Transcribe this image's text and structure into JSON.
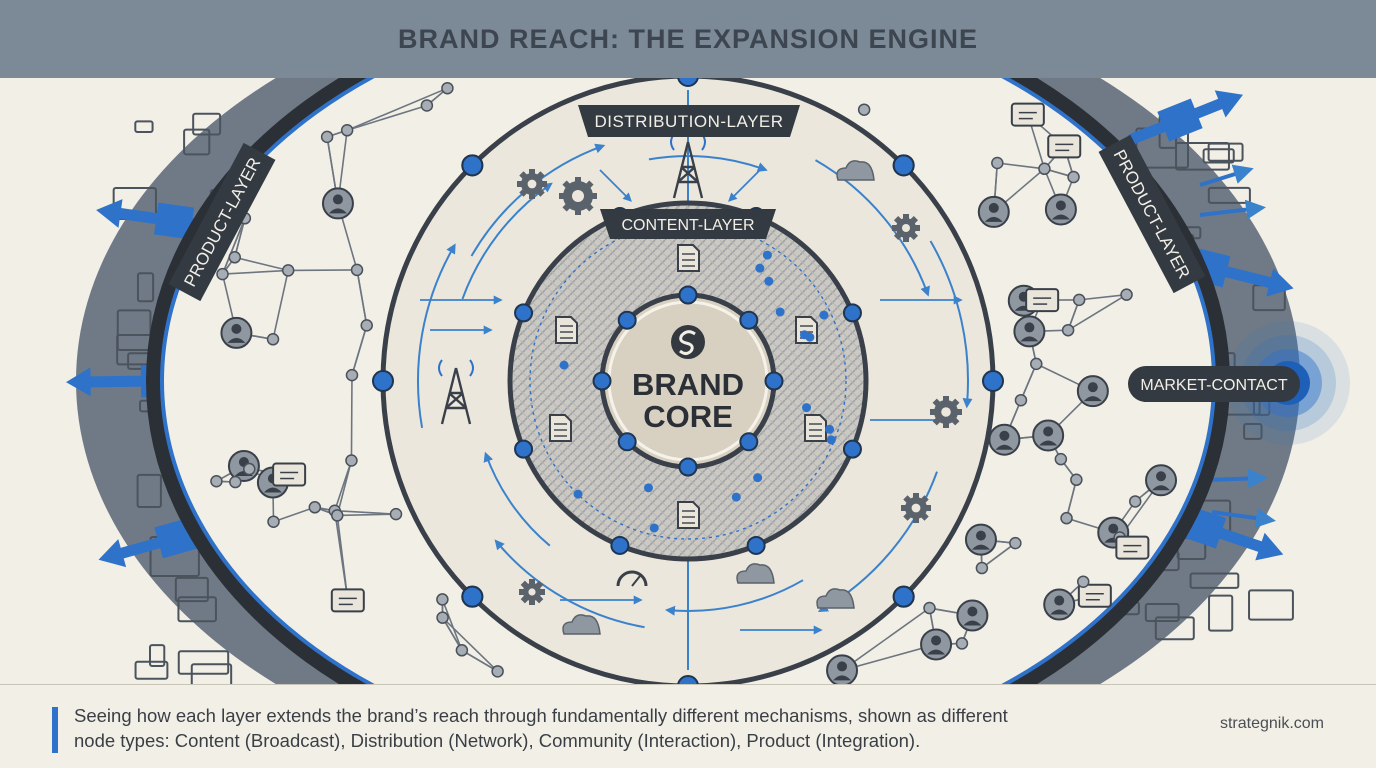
{
  "title": "BRAND REACH: THE EXPANSION ENGINE",
  "labels": {
    "core_line1": "BRAND",
    "core_line2": "CORE",
    "content_layer": "CONTENT-LAYER",
    "distribution_layer": "DISTRIBUTION-LAYER",
    "product_layer_left": "PRODUCT-LAYER",
    "product_layer_right": "PRODUCT-LAYER",
    "market_contact": "MARKET-CONTACT"
  },
  "caption": {
    "line1": "Seeing how each layer extends the brand’s reach through fundamentally different mechanisms, shown as different",
    "line2": "node types: Content (Broadcast), Distribution (Network), Community (Interaction), Product (Integration)."
  },
  "credit": "strategnik.com",
  "colors": {
    "accent_blue": "#2f72c9",
    "dark_ring": "#3a4049",
    "slate": "#7b8a96",
    "panel_gray": "#6f7a86",
    "core_fill": "#d8d1c1",
    "background": "#f2efe6"
  },
  "icons": [
    "brand-logo-icon",
    "document-icon",
    "gear-icon",
    "broadcast-tower-icon",
    "cloud-icon",
    "user-avatar-icon",
    "chat-bubble-icon",
    "gauge-icon",
    "expansion-arrow-icon"
  ]
}
